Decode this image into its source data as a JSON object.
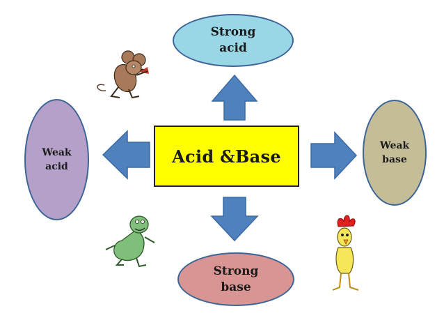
{
  "center": {
    "label": "Acid &Base"
  },
  "nodes": {
    "strong_acid": {
      "label": "Strong\nacid"
    },
    "strong_base": {
      "label": "Strong\nbase"
    },
    "weak_acid": {
      "label": "Weak\nacid"
    },
    "weak_base": {
      "label": "Weak\nbase"
    }
  },
  "colors": {
    "center_fill": "#ffff00",
    "strong_acid_fill": "#99d6e6",
    "strong_base_fill": "#d99594",
    "weak_acid_fill": "#b4a0c8",
    "weak_base_fill": "#c4bd97",
    "arrow_fill": "#4f81bd",
    "arrow_stroke": "#3a6aa6"
  },
  "decorations": [
    "mouse-cartoon",
    "dinosaur-cartoon",
    "chicken-cartoon"
  ]
}
